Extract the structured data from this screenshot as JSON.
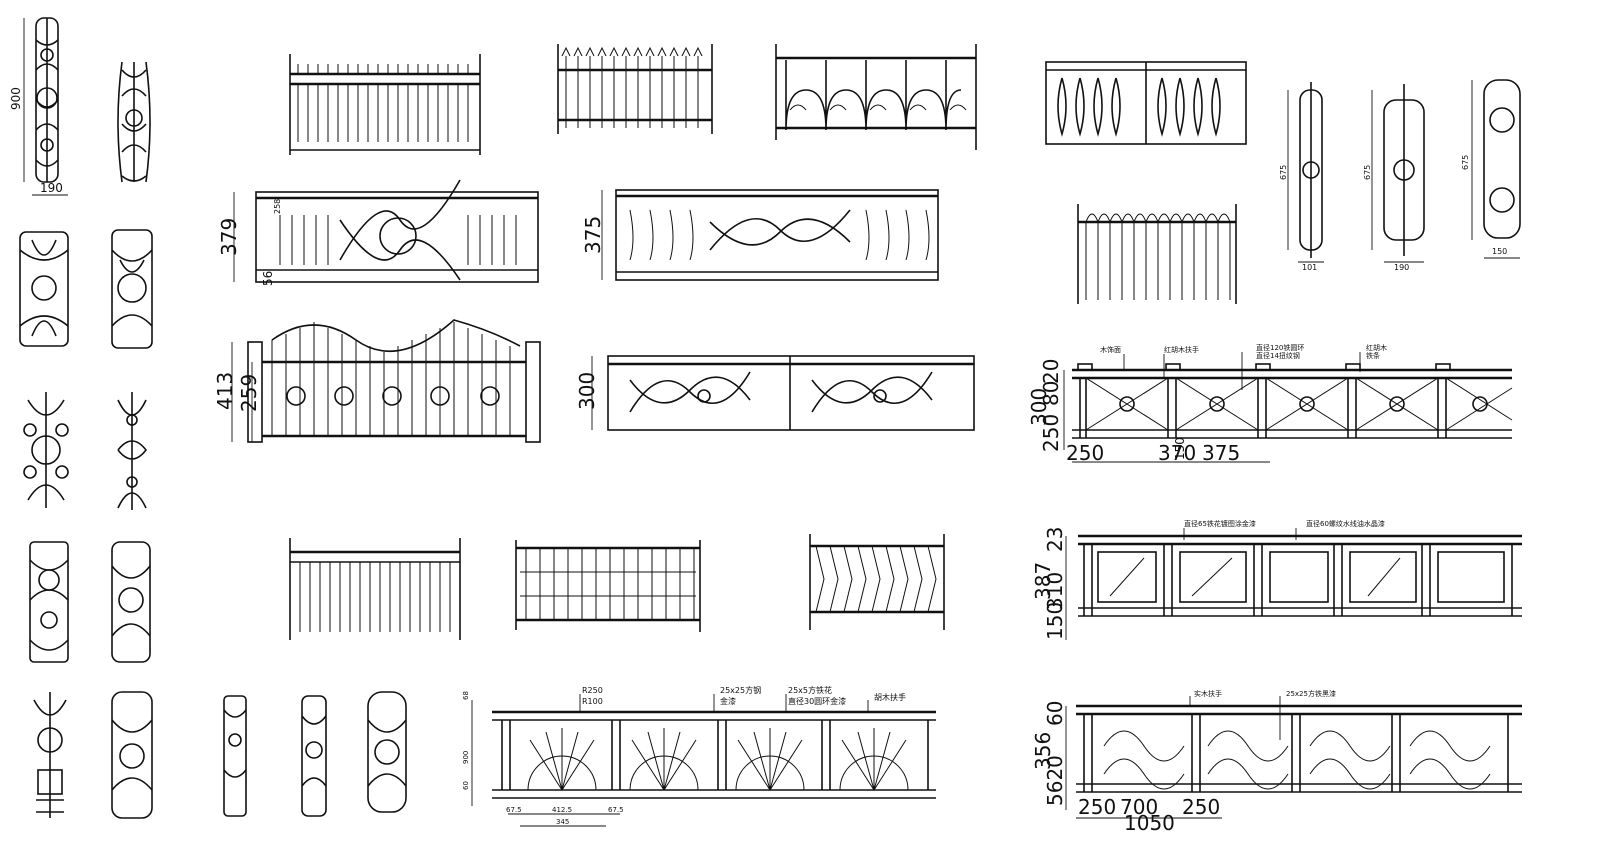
{
  "dimensions": {
    "b1_height": "900",
    "b1_width": "190",
    "p2_height": "379",
    "p2_tag_a": "56",
    "p2_tag_b": "258",
    "p3_height": "375",
    "p4_height_a": "413",
    "p4_height_b": "259",
    "p5_height": "300",
    "b6_height": "675",
    "b6_width": "101",
    "b7_height": "675",
    "b7_width": "190",
    "b8_height": "675",
    "b8_width": "150",
    "r1_v": "300",
    "r1_v2": "20",
    "r1_v3": "80",
    "r1_v4": "250",
    "r1_h1": "250",
    "r1_h2": "370",
    "r1_h3": "375",
    "r1_small": "150",
    "r2_v1": "387",
    "r2_v2": "310",
    "r2_v3": "23",
    "r2_v4": "150",
    "r3_v1": "356",
    "r3_v2": "5620",
    "r3_v3": "60",
    "r3_h1": "250",
    "r3_h2": "700",
    "r3_h3": "250",
    "r3_h4": "1050",
    "sun_h": "900",
    "sun_a": "68",
    "sun_b": "60",
    "sun_c": "412.5",
    "sun_d": "345",
    "sun_e": "67.5",
    "sun_f": "67.5"
  },
  "annotations": {
    "r1_note1": "木饰面",
    "r1_note2": "红胡木扶手",
    "r1_note3": "直径120铁圆环",
    "r1_note4": "直径14扭纹钢",
    "r1_note5": "红胡木",
    "r1_note6": "铁条",
    "r2_note1": "直径65铁花镀图涂金漆",
    "r2_note2": "直径60螺纹水线油水晶漆",
    "r3_note1": "实木扶手",
    "r3_note2": "25x25方铁黑漆",
    "sun_note1": "R250",
    "sun_note2": "R100",
    "sun_note3": "25x25方钢",
    "sun_note4": "金漆",
    "sun_note5": "25x5方铁花",
    "sun_note6": "直径30圆环金漆",
    "sun_note7": "胡木扶手"
  }
}
